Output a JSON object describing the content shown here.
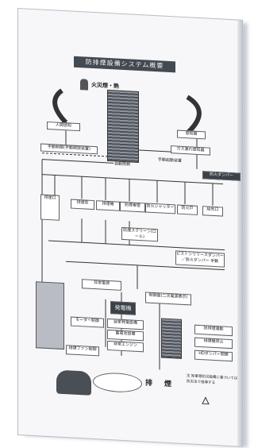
{
  "title": "防排煙設備システム概要",
  "labels": {
    "top_center": "火災煙・熱",
    "left_sensor": "人間感知",
    "left_manual": "手動制御(手動開放装置)",
    "right_sensor": "感知器",
    "right_gas": "ガス漏れ感知器",
    "right_manual": "手動起動装置",
    "fire_damper": "防火ダンパー",
    "center_panel": "自動閉鎖",
    "c1": "排煙口",
    "c2": "排煙窓",
    "c3": "排煙機",
    "c4": "防煙垂壁",
    "c5": "防火シャッター",
    "c6": "防火戸",
    "c7": "給気口",
    "mid_box": "防煙スクリーン(ロール)",
    "right_mid": "ピストンリリースダンパー／防火ダンパー 手動",
    "generator_title": "非常電源",
    "generator_box": "発電機",
    "g1": "モーター制御",
    "g2": "自家発電設備",
    "g3": "蓄電池設備",
    "g4": "非常エンジン",
    "fan": "排煙ファン制御",
    "center_bottom": "制御盤(二次電源表示)",
    "r1": "防排煙連動",
    "r2": "排煙機停止",
    "r3": "HDダンパー閉鎖",
    "exhaust": "排　煙",
    "footnote": "注 知事等防災設備に基づいては\n防災法で指導する"
  },
  "icons": [
    "hand-icon",
    "logo-icon",
    "cloud-icon"
  ],
  "colors": {
    "panel": "#f7f7f9",
    "dark": "#3c4148",
    "line": "#333333"
  }
}
